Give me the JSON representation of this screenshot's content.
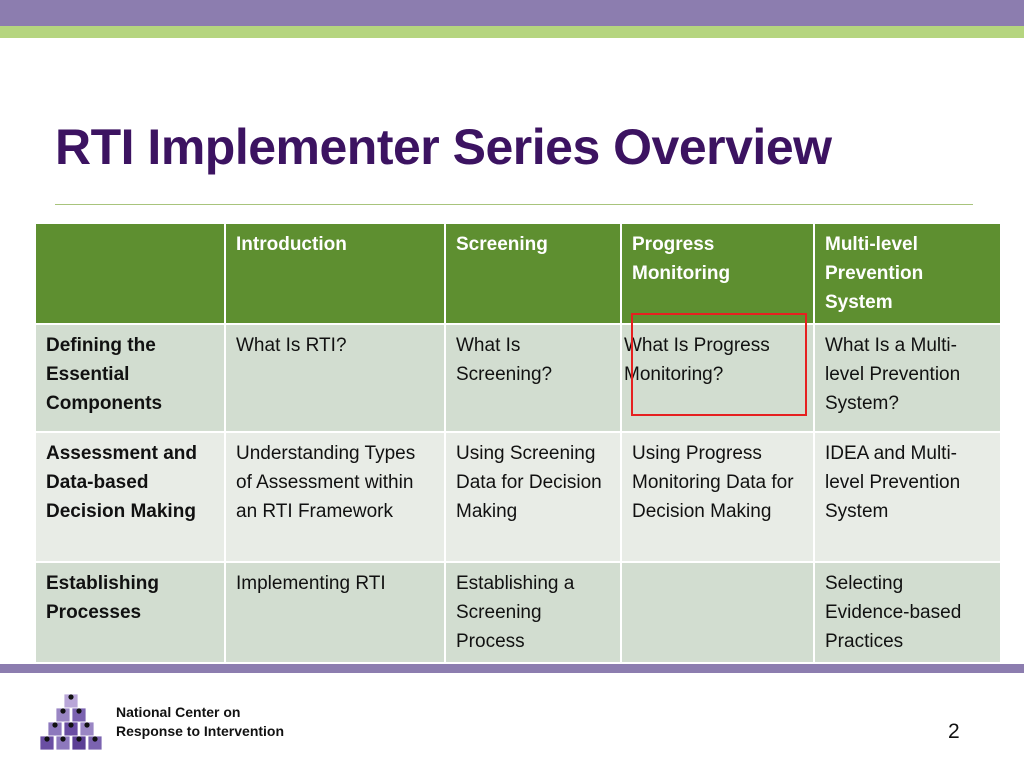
{
  "slide": {
    "title": "RTI Implementer Series Overview",
    "page_number": "2",
    "footer": {
      "org_line1": "National Center on",
      "org_line2": "Response to Intervention"
    }
  },
  "table": {
    "header": [
      "",
      "Introduction",
      "Screening",
      "Progress Monitoring",
      "Multi-level Prevention System"
    ],
    "rows": [
      {
        "label": "Defining the Essential Components",
        "cells": [
          "What Is RTI?",
          "What Is Screening?",
          "What Is Progress Monitoring?",
          "What Is a Multi-level Prevention System?"
        ]
      },
      {
        "label": "Assessment and Data-based Decision Making",
        "cells": [
          "Understanding Types of Assessment within an RTI Framework",
          "Using Screening Data for Decision Making",
          "Using Progress Monitoring Data for Decision Making",
          "IDEA and Multi-level Prevention System"
        ]
      },
      {
        "label": "Establishing Processes",
        "cells": [
          "Implementing RTI",
          "Establishing a Screening Process",
          "",
          "Selecting Evidence-based Practices"
        ]
      }
    ]
  },
  "colors": {
    "title": "#3c1361",
    "header_bg": "#5e8f30",
    "top_bar": "#8c7daf",
    "accent_bar": "#b5d57f",
    "highlight": "#e62020"
  }
}
